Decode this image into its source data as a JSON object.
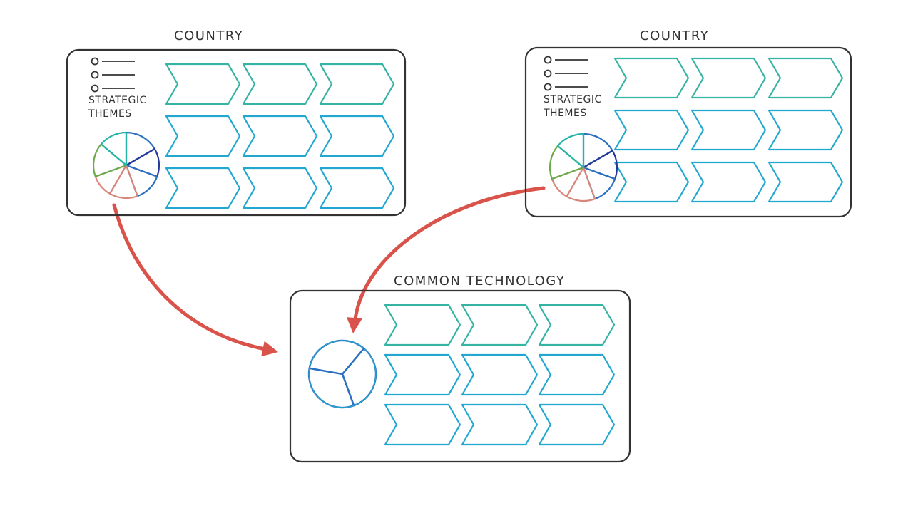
{
  "diagram": {
    "panels": [
      {
        "id": "left-country",
        "title": "COUNTRY",
        "label_lines": [
          "STRATEGIC",
          "THEMES"
        ],
        "legend_bullets": 3,
        "chevron_rows": 3,
        "chevron_cols": 3,
        "pie": "multi-color"
      },
      {
        "id": "right-country",
        "title": "COUNTRY",
        "label_lines": [
          "STRATEGIC",
          "THEMES"
        ],
        "legend_bullets": 3,
        "chevron_rows": 3,
        "chevron_cols": 3,
        "pie": "multi-color"
      },
      {
        "id": "common-technology",
        "title": "COMMON TECHNOLOGY",
        "chevron_rows": 3,
        "chevron_cols": 3,
        "pie": "three-segment"
      }
    ],
    "connectors": [
      {
        "from": "left-country",
        "to": "common-technology",
        "color": "#d9534a"
      },
      {
        "from": "right-country",
        "to": "common-technology",
        "color": "#d9534a"
      }
    ],
    "colors": {
      "frame": "#333333",
      "chevron_teal": "#35b3a3",
      "chevron_cyan": "#22a8d0",
      "arrow": "#d9534a",
      "pie_blue": "#2a6fc0",
      "pie_navy": "#24399a",
      "pie_green": "#6aaa4a",
      "pie_salmon": "#d9867a",
      "pie_teal": "#26b3a8"
    }
  }
}
